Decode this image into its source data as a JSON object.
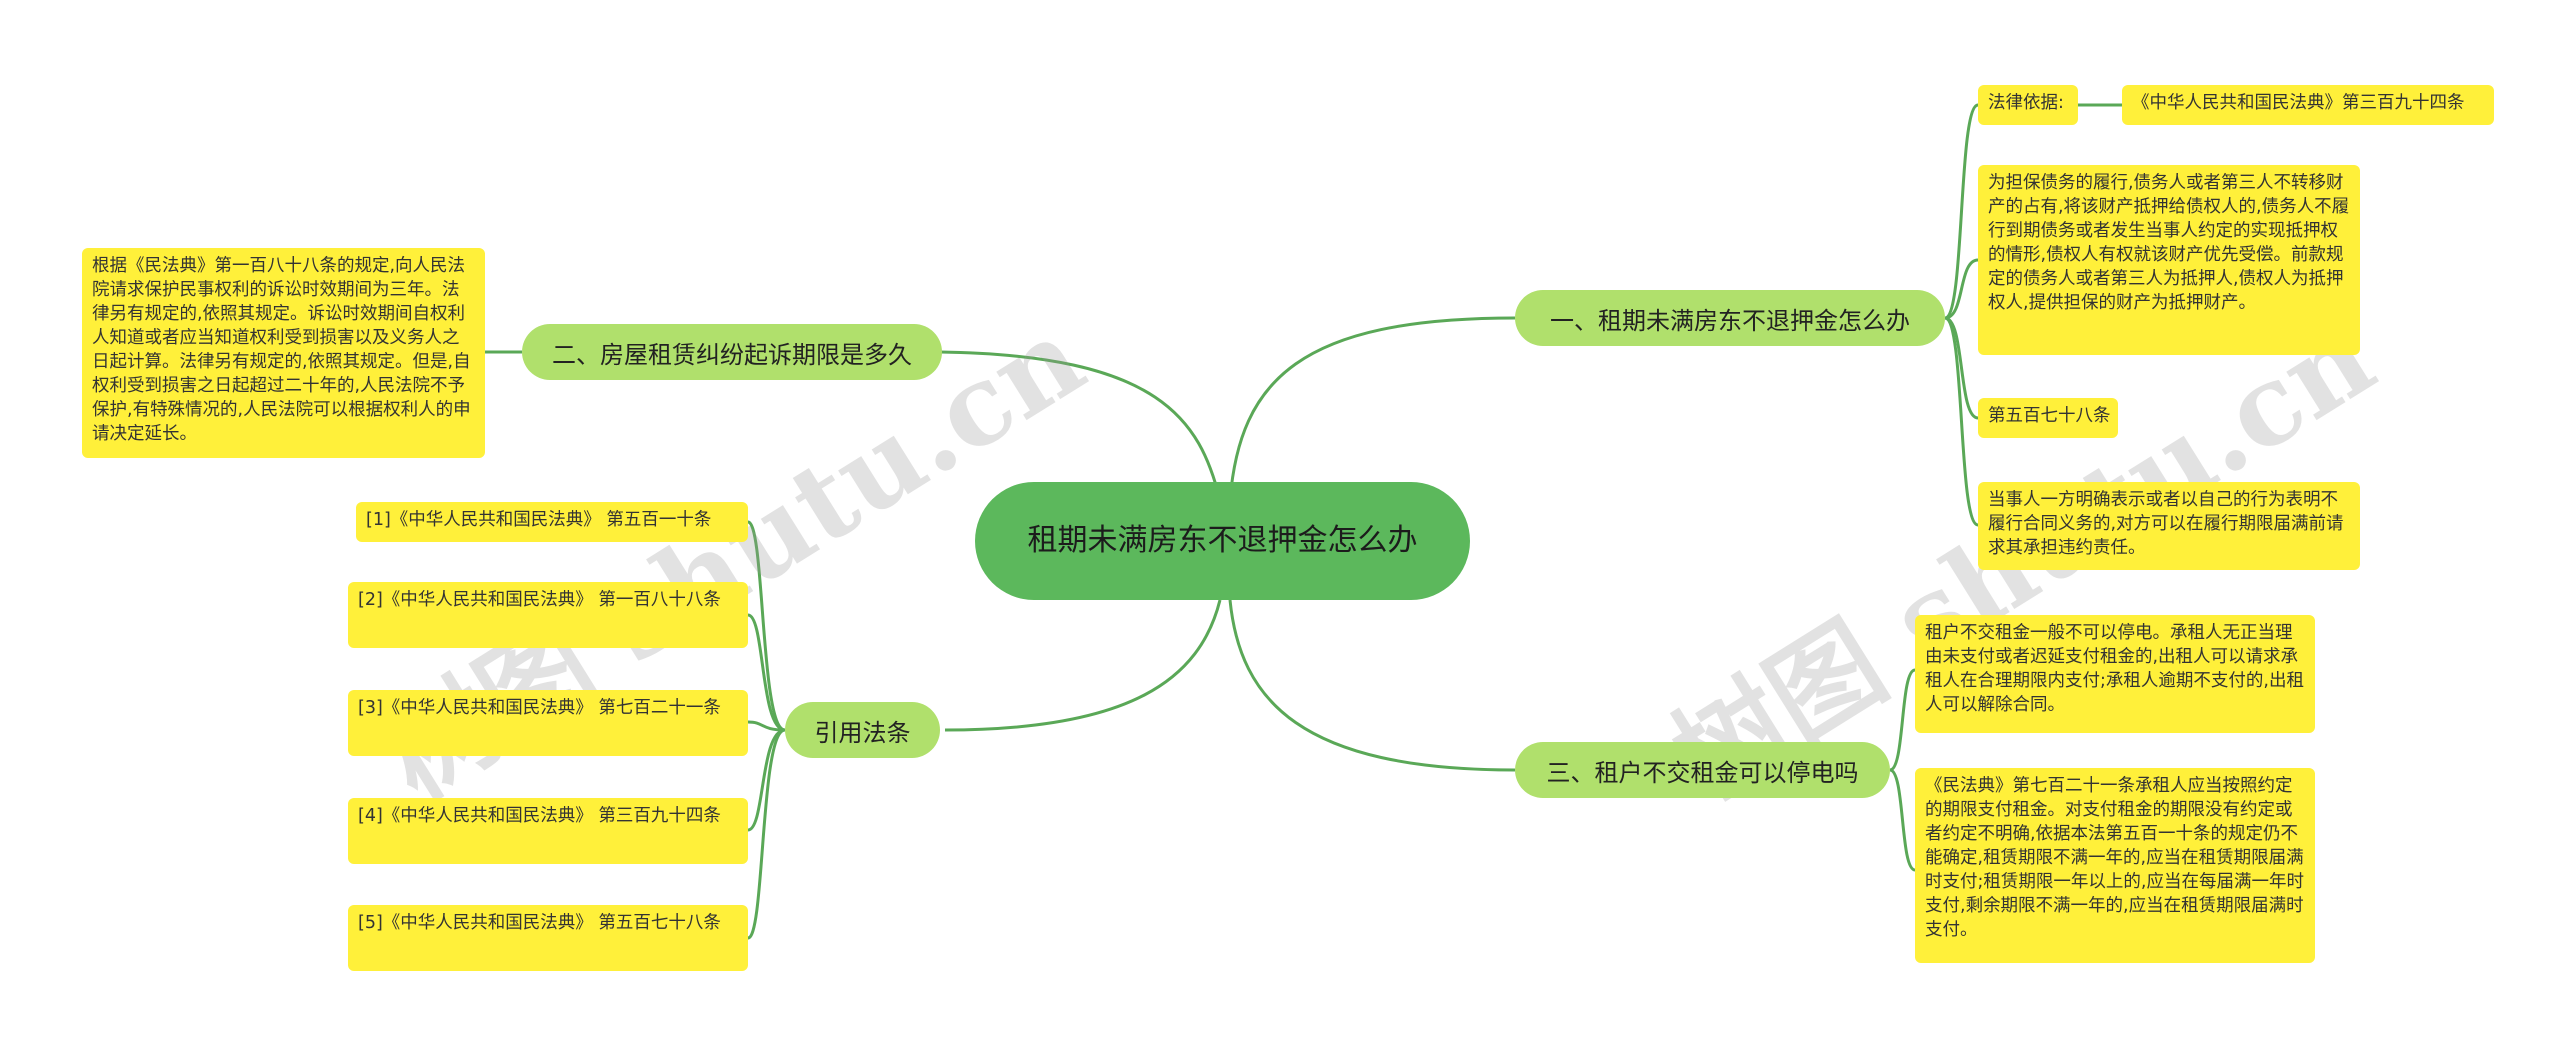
{
  "root": {
    "label": "租期未满房东不退押金怎么办"
  },
  "branches": {
    "b1": {
      "label": "一、租期未满房东不退押金怎么办",
      "legal_label": "法律依据:",
      "legal_ref": "《中华人民共和国民法典》第三百九十四条",
      "text_394": "为担保债务的履行,债务人或者第三人不转移财产的占有,将该财产抵押给债权人的,债务人不履行到期债务或者发生当事人约定的实现抵押权的情形,债权人有权就该财产优先受偿。前款规定的债务人或者第三人为抵押人,债权人为抵押权人,提供担保的财产为抵押财产。",
      "article_578": "第五百七十八条",
      "text_578": "当事人一方明确表示或者以自己的行为表明不履行合同义务的,对方可以在履行期限届满前请求其承担违约责任。"
    },
    "b2": {
      "label": "二、房屋租赁纠纷起诉期限是多久",
      "text": "根据《民法典》第一百八十八条的规定,向人民法院请求保护民事权利的诉讼时效期间为三年。法律另有规定的,依照其规定。诉讼时效期间自权利人知道或者应当知道权利受到损害以及义务人之日起计算。法律另有规定的,依照其规定。但是,自权利受到损害之日起超过二十年的,人民法院不予保护,有特殊情况的,人民法院可以根据权利人的申请决定延长。"
    },
    "b3": {
      "label": "三、租户不交租金可以停电吗",
      "text1": "租户不交租金一般不可以停电。承租人无正当理由未支付或者迟延支付租金的,出租人可以请求承租人在合理期限内支付;承租人逾期不支付的,出租人可以解除合同。",
      "text2": "《民法典》第七百二十一条承租人应当按照约定的期限支付租金。对支付租金的期限没有约定或者约定不明确,依据本法第五百一十条的规定仍不能确定,租赁期限不满一年的,应当在租赁期限届满时支付;租赁期限一年以上的,应当在每届满一年时支付,剩余期限不满一年的,应当在租赁期限届满时支付。"
    },
    "b4": {
      "label": "引用法条",
      "refs": [
        "[1]《中华人民共和国民法典》 第五百一十条",
        "[2]《中华人民共和国民法典》 第一百八十八条",
        "[3]《中华人民共和国民法典》 第七百二十一条",
        "[4]《中华人民共和国民法典》 第三百九十四条",
        "[5]《中华人民共和国民法典》 第五百七十八条"
      ]
    }
  },
  "watermark": {
    "left": "树图 shutu.cn",
    "right": "树图 shutu.cn"
  },
  "colors": {
    "root": "#5cb85c",
    "branch": "#b0e06c",
    "leaf": "#fff03a",
    "line": "#5aa857"
  }
}
